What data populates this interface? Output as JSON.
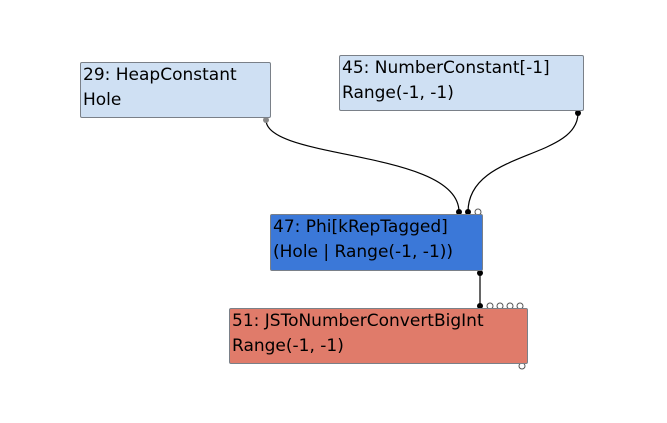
{
  "colors": {
    "constant_node": "#cfe0f3",
    "selected_node": "#3b78d8",
    "js_node": "#e07b6a",
    "edge": "#000000",
    "input_dot": "#000000",
    "empty_port": "#ffffff"
  },
  "nodes": [
    {
      "id": "n29",
      "lines": [
        "29: HeapConstant",
        "Hole"
      ],
      "color_key": "constant_node"
    },
    {
      "id": "n45",
      "lines": [
        "45: NumberConstant[-1]",
        "Range(-1, -1)"
      ],
      "color_key": "constant_node"
    },
    {
      "id": "n47",
      "lines": [
        "47: Phi[kRepTagged]",
        "(Hole | Range(-1, -1))"
      ],
      "color_key": "selected_node"
    },
    {
      "id": "n51",
      "lines": [
        "51: JSToNumberConvertBigInt",
        "Range(-1, -1)"
      ],
      "color_key": "js_node"
    }
  ]
}
